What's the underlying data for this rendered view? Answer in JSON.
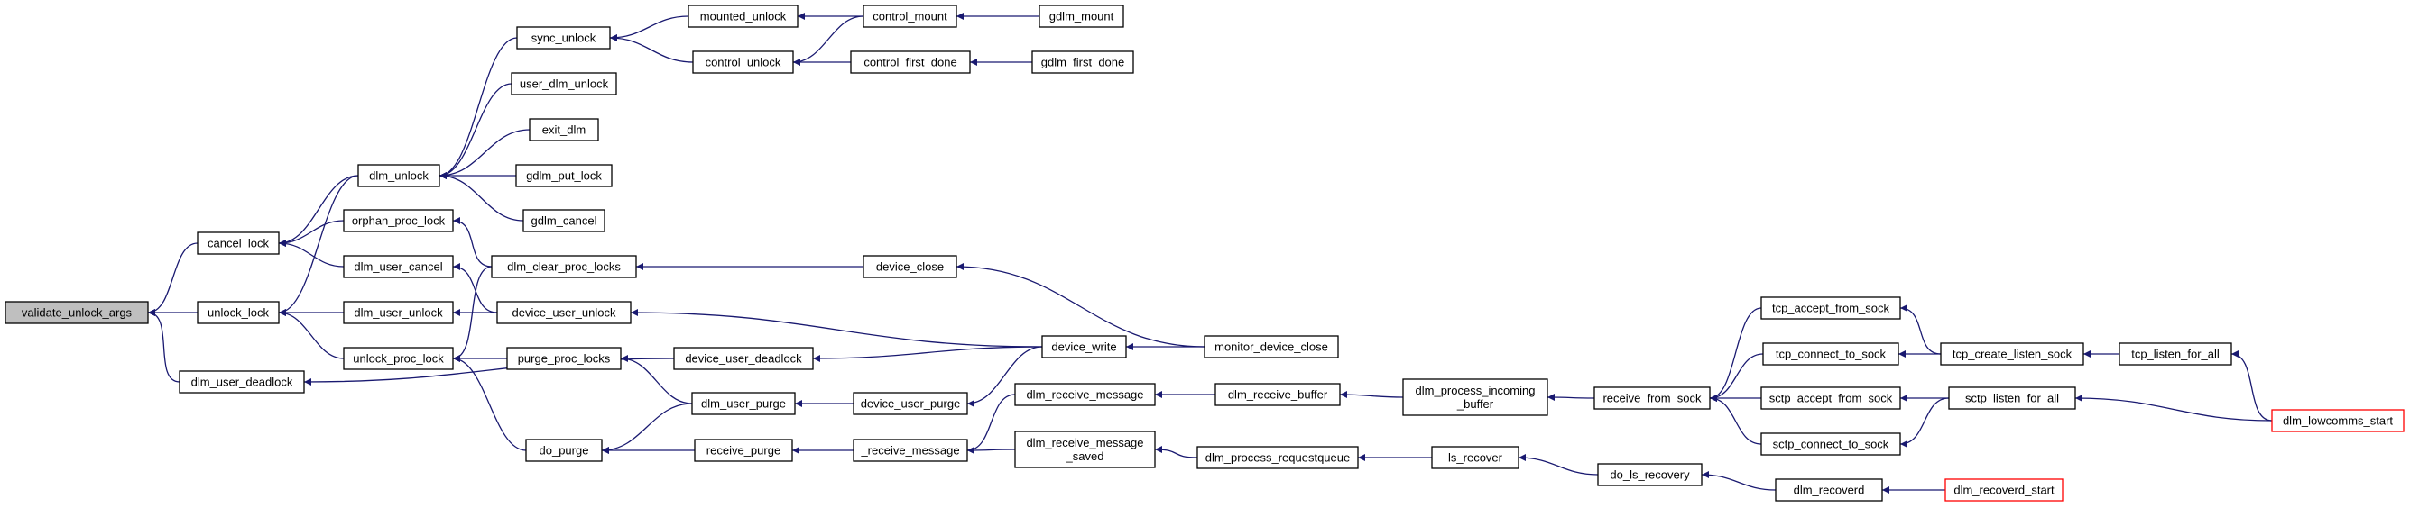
{
  "diagram": {
    "root": "validate_unlock_args",
    "nodes": {
      "validate_unlock_args": [
        "validate_unlock_args"
      ],
      "cancel_lock": [
        "cancel_lock"
      ],
      "unlock_lock": [
        "unlock_lock"
      ],
      "dlm_user_deadlock": [
        "dlm_user_deadlock"
      ],
      "dlm_unlock": [
        "dlm_unlock"
      ],
      "orphan_proc_lock": [
        "orphan_proc_lock"
      ],
      "dlm_user_cancel": [
        "dlm_user_cancel"
      ],
      "dlm_user_unlock": [
        "dlm_user_unlock"
      ],
      "unlock_proc_lock": [
        "unlock_proc_lock"
      ],
      "sync_unlock": [
        "sync_unlock"
      ],
      "user_dlm_unlock": [
        "user_dlm_unlock"
      ],
      "exit_dlm": [
        "exit_dlm"
      ],
      "gdlm_put_lock": [
        "gdlm_put_lock"
      ],
      "gdlm_cancel": [
        "gdlm_cancel"
      ],
      "mounted_unlock": [
        "mounted_unlock"
      ],
      "control_unlock": [
        "control_unlock"
      ],
      "control_mount": [
        "control_mount"
      ],
      "control_first_done": [
        "control_first_done"
      ],
      "gdlm_mount": [
        "gdlm_mount"
      ],
      "gdlm_first_done": [
        "gdlm_first_done"
      ],
      "dlm_clear_proc_locks": [
        "dlm_clear_proc_locks"
      ],
      "device_user_unlock": [
        "device_user_unlock"
      ],
      "purge_proc_locks": [
        "purge_proc_locks"
      ],
      "do_purge": [
        "do_purge"
      ],
      "device_user_deadlock": [
        "device_user_deadlock"
      ],
      "dlm_user_purge": [
        "dlm_user_purge"
      ],
      "receive_purge": [
        "receive_purge"
      ],
      "device_close": [
        "device_close"
      ],
      "device_write": [
        "device_write"
      ],
      "device_user_purge": [
        "device_user_purge"
      ],
      "_receive_message": [
        "_receive_message"
      ],
      "monitor_device_close": [
        "monitor_device_close"
      ],
      "dlm_receive_message": [
        "dlm_receive_message"
      ],
      "dlm_receive_message_saved": [
        "dlm_receive_message",
        "_saved"
      ],
      "dlm_receive_buffer": [
        "dlm_receive_buffer"
      ],
      "dlm_process_requestqueue": [
        "dlm_process_requestqueue"
      ],
      "dlm_process_incoming_buffer": [
        "dlm_process_incoming",
        "_buffer"
      ],
      "ls_recover": [
        "ls_recover"
      ],
      "receive_from_sock": [
        "receive_from_sock"
      ],
      "do_ls_recovery": [
        "do_ls_recovery"
      ],
      "tcp_accept_from_sock": [
        "tcp_accept_from_sock"
      ],
      "tcp_connect_to_sock": [
        "tcp_connect_to_sock"
      ],
      "sctp_accept_from_sock": [
        "sctp_accept_from_sock"
      ],
      "sctp_connect_to_sock": [
        "sctp_connect_to_sock"
      ],
      "dlm_recoverd": [
        "dlm_recoverd"
      ],
      "tcp_create_listen_sock": [
        "tcp_create_listen_sock"
      ],
      "sctp_listen_for_all": [
        "sctp_listen_for_all"
      ],
      "dlm_recoverd_start": [
        "dlm_recoverd_start"
      ],
      "tcp_listen_for_all": [
        "tcp_listen_for_all"
      ],
      "dlm_lowcomms_start": [
        "dlm_lowcomms_start"
      ]
    },
    "truncated_nodes": [
      "dlm_recoverd_start",
      "dlm_lowcomms_start"
    ],
    "edges": [
      [
        "cancel_lock",
        "validate_unlock_args"
      ],
      [
        "unlock_lock",
        "validate_unlock_args"
      ],
      [
        "dlm_user_deadlock",
        "validate_unlock_args"
      ],
      [
        "dlm_unlock",
        "cancel_lock"
      ],
      [
        "orphan_proc_lock",
        "cancel_lock"
      ],
      [
        "dlm_user_cancel",
        "cancel_lock"
      ],
      [
        "dlm_unlock",
        "unlock_lock"
      ],
      [
        "dlm_user_unlock",
        "unlock_lock"
      ],
      [
        "unlock_proc_lock",
        "unlock_lock"
      ],
      [
        "device_user_deadlock",
        "dlm_user_deadlock"
      ],
      [
        "sync_unlock",
        "dlm_unlock"
      ],
      [
        "user_dlm_unlock",
        "dlm_unlock"
      ],
      [
        "exit_dlm",
        "dlm_unlock"
      ],
      [
        "gdlm_put_lock",
        "dlm_unlock"
      ],
      [
        "gdlm_cancel",
        "dlm_unlock"
      ],
      [
        "mounted_unlock",
        "sync_unlock"
      ],
      [
        "control_unlock",
        "sync_unlock"
      ],
      [
        "control_mount",
        "mounted_unlock"
      ],
      [
        "control_mount",
        "control_unlock"
      ],
      [
        "control_first_done",
        "control_unlock"
      ],
      [
        "gdlm_mount",
        "control_mount"
      ],
      [
        "gdlm_first_done",
        "control_first_done"
      ],
      [
        "dlm_clear_proc_locks",
        "orphan_proc_lock"
      ],
      [
        "device_user_unlock",
        "dlm_user_cancel"
      ],
      [
        "device_user_unlock",
        "dlm_user_unlock"
      ],
      [
        "dlm_clear_proc_locks",
        "unlock_proc_lock"
      ],
      [
        "purge_proc_locks",
        "unlock_proc_lock"
      ],
      [
        "do_purge",
        "unlock_proc_lock"
      ],
      [
        "device_close",
        "dlm_clear_proc_locks"
      ],
      [
        "device_write",
        "device_user_unlock"
      ],
      [
        "device_write",
        "device_user_deadlock"
      ],
      [
        "dlm_user_purge",
        "purge_proc_locks"
      ],
      [
        "dlm_user_purge",
        "do_purge"
      ],
      [
        "receive_purge",
        "do_purge"
      ],
      [
        "_receive_message",
        "receive_purge"
      ],
      [
        "device_user_purge",
        "dlm_user_purge"
      ],
      [
        "device_write",
        "device_user_purge"
      ],
      [
        "monitor_device_close",
        "device_close"
      ],
      [
        "monitor_device_close",
        "device_write"
      ],
      [
        "dlm_receive_message",
        "_receive_message"
      ],
      [
        "dlm_receive_message_saved",
        "_receive_message"
      ],
      [
        "dlm_receive_buffer",
        "dlm_receive_message"
      ],
      [
        "dlm_process_requestqueue",
        "dlm_receive_message_saved"
      ],
      [
        "dlm_process_incoming_buffer",
        "dlm_receive_buffer"
      ],
      [
        "receive_from_sock",
        "dlm_process_incoming_buffer"
      ],
      [
        "ls_recover",
        "dlm_process_requestqueue"
      ],
      [
        "do_ls_recovery",
        "ls_recover"
      ],
      [
        "dlm_recoverd",
        "do_ls_recovery"
      ],
      [
        "dlm_recoverd_start",
        "dlm_recoverd"
      ],
      [
        "tcp_accept_from_sock",
        "receive_from_sock"
      ],
      [
        "tcp_connect_to_sock",
        "receive_from_sock"
      ],
      [
        "sctp_accept_from_sock",
        "receive_from_sock"
      ],
      [
        "sctp_connect_to_sock",
        "receive_from_sock"
      ],
      [
        "tcp_create_listen_sock",
        "tcp_accept_from_sock"
      ],
      [
        "tcp_create_listen_sock",
        "tcp_connect_to_sock"
      ],
      [
        "sctp_listen_for_all",
        "sctp_accept_from_sock"
      ],
      [
        "sctp_listen_for_all",
        "sctp_connect_to_sock"
      ],
      [
        "tcp_listen_for_all",
        "tcp_create_listen_sock"
      ],
      [
        "dlm_lowcomms_start",
        "tcp_listen_for_all"
      ],
      [
        "dlm_lowcomms_start",
        "sctp_listen_for_all"
      ]
    ]
  }
}
